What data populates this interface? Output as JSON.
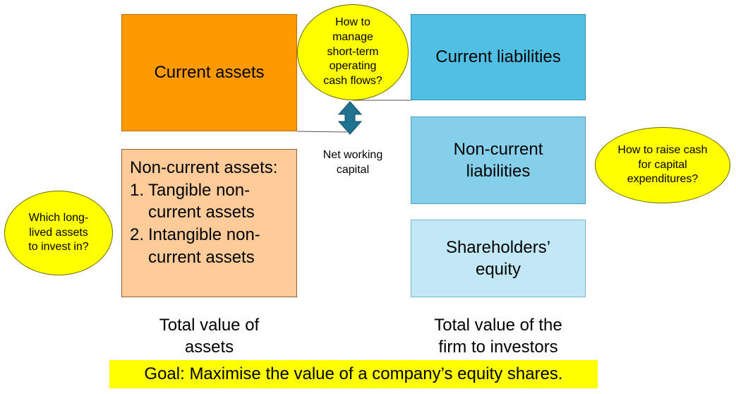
{
  "assets": {
    "current_assets": "Current assets",
    "non_current_title": "Non-current assets:",
    "non_current_items": [
      {
        "num": "1.",
        "label": "Tangible non-current assets"
      },
      {
        "num": "2.",
        "label": "Intangible non-current assets"
      }
    ],
    "total_label": "Total value of assets"
  },
  "liabilities": {
    "current_liabilities": "Current liabilities",
    "non_current_liabilities": "Non-current liabilities",
    "shareholders_equity": "Shareholders’ equity",
    "total_label": "Total value of the firm to investors"
  },
  "bubbles": {
    "cash_flows": "How to manage short-term operating cash flows?",
    "capital": "How to raise cash for capital expenditures?",
    "long_lived": "Which long-lived assets to invest in?"
  },
  "net_working_capital": "Net working capital",
  "goal": "Goal: Maximise the value of a company’s equity shares.",
  "colors": {
    "current_assets": "#ff9900",
    "non_current_assets": "#ffcc99",
    "current_liabilities": "#4fbfe4",
    "non_current_liabilities": "#86cfea",
    "shareholders_equity": "#c2e8f5",
    "bubble": "#ffff00",
    "arrow": "#1f7390"
  }
}
